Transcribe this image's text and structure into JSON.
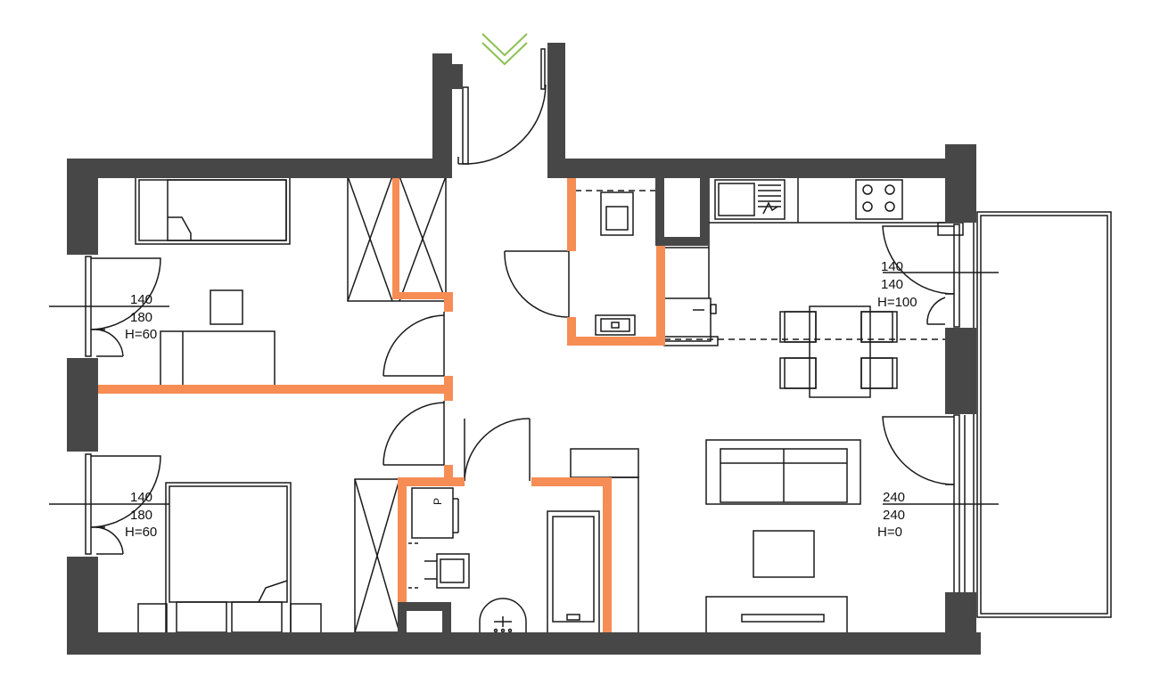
{
  "colors": {
    "wall": "#474747",
    "partition": "#f68d55",
    "line": "#1a1a1a",
    "entrance_arrow": "#8cc152",
    "background": "#ffffff"
  },
  "windows": {
    "bedroom_top": {
      "width": "140",
      "height": "180",
      "sill": "H=60"
    },
    "bedroom_bottom": {
      "width": "140",
      "height": "180",
      "sill": "H=60"
    },
    "living_window": {
      "width": "140",
      "height": "140",
      "sill": "H=100"
    },
    "balcony_door": {
      "width": "240",
      "height": "240",
      "sill": "H=0"
    }
  },
  "bathroom": {
    "washer_mark": "P"
  },
  "icons": {
    "entrance": "double-chevron-down-icon"
  }
}
